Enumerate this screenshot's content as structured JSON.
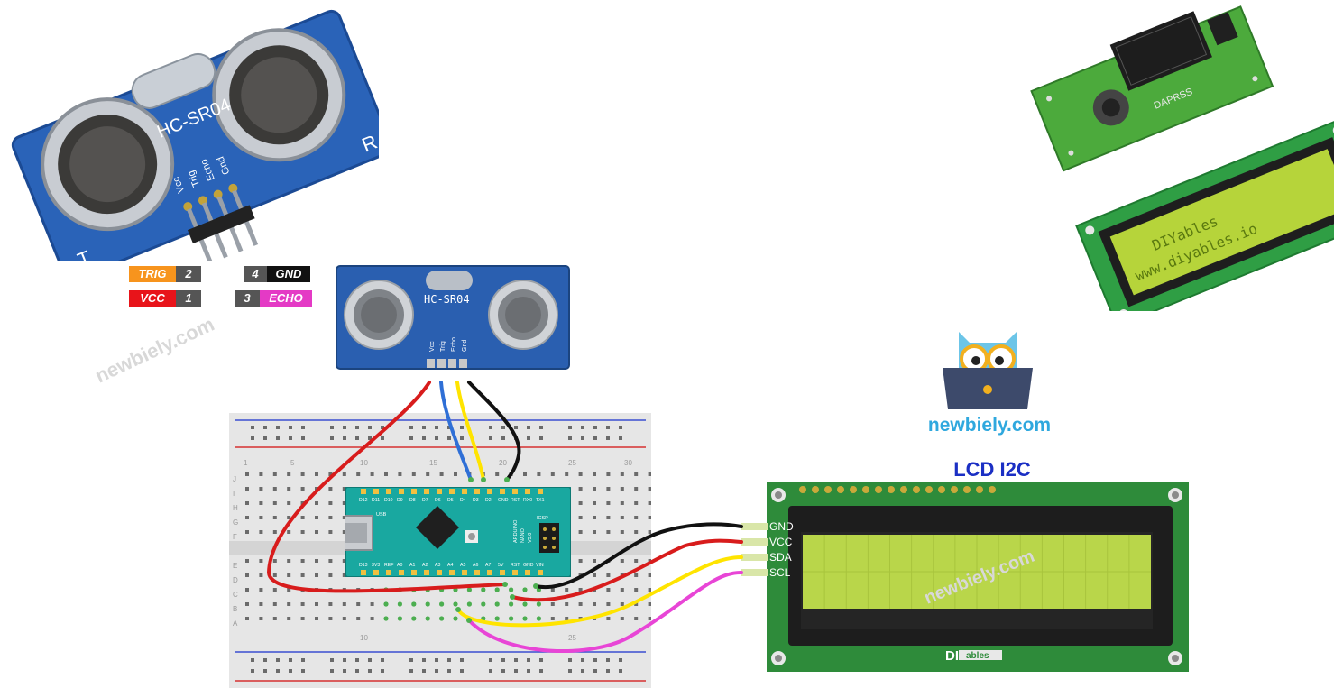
{
  "sensor": {
    "model": "HC-SR04",
    "letter_t": "T",
    "letter_r": "R",
    "pins": [
      "Vcc",
      "Trig",
      "Echo",
      "Gnd"
    ]
  },
  "pin_legend": {
    "trig": {
      "label": "TRIG",
      "num": "2",
      "color": "#f7941d"
    },
    "vcc": {
      "label": "VCC",
      "num": "1",
      "color": "#e8141a"
    },
    "gnd": {
      "label": "GND",
      "num": "4",
      "color": "#111111"
    },
    "echo": {
      "label": "ECHO",
      "num": "3",
      "color": "#e43ac5"
    }
  },
  "brand": {
    "site": "newbiely.com",
    "watermark": "newbiely.com"
  },
  "lcd": {
    "title": "LCD I2C",
    "pins": [
      "GND",
      "VCC",
      "SDA",
      "SCL"
    ],
    "screen_line1": "DIYables",
    "screen_line2": "www.diyables.io",
    "logo_main": "DIY",
    "logo_sub": "ables",
    "backpack_label": "DAPRSS"
  },
  "breadboard": {
    "col_numbers": [
      "1",
      "5",
      "10",
      "15",
      "20",
      "25",
      "30"
    ],
    "row_letters_top": [
      "J",
      "I",
      "H",
      "G",
      "F"
    ],
    "row_letters_bottom": [
      "E",
      "D",
      "C",
      "B",
      "A"
    ]
  },
  "arduino": {
    "model_lines": [
      "ARDUINO",
      "NANO",
      "V3.0"
    ],
    "top_pins": [
      "D12",
      "D11",
      "D10",
      "D9",
      "D8",
      "D7",
      "D6",
      "D5",
      "D4",
      "D3",
      "D2",
      "GND",
      "RST",
      "RX0",
      "TX1"
    ],
    "bottom_pins": [
      "D13",
      "3V3",
      "REF",
      "A0",
      "A1",
      "A2",
      "A3",
      "A4",
      "A5",
      "A6",
      "A7",
      "5V",
      "RST",
      "GND",
      "VIN"
    ],
    "usb_label": "USB",
    "icsp_label": "ICSP"
  },
  "colors": {
    "wire_red": "#d81c1c",
    "wire_black": "#111111",
    "wire_yellow": "#ffe400",
    "wire_blue": "#2f6fd6",
    "wire_pink": "#e845d6",
    "lcd_green": "#2e8b3a",
    "lcd_screen": "#b9d64a",
    "sensor_blue": "#2a5fb0",
    "title_blue": "#1b2fc4",
    "arduino_teal": "#19a8a0"
  }
}
